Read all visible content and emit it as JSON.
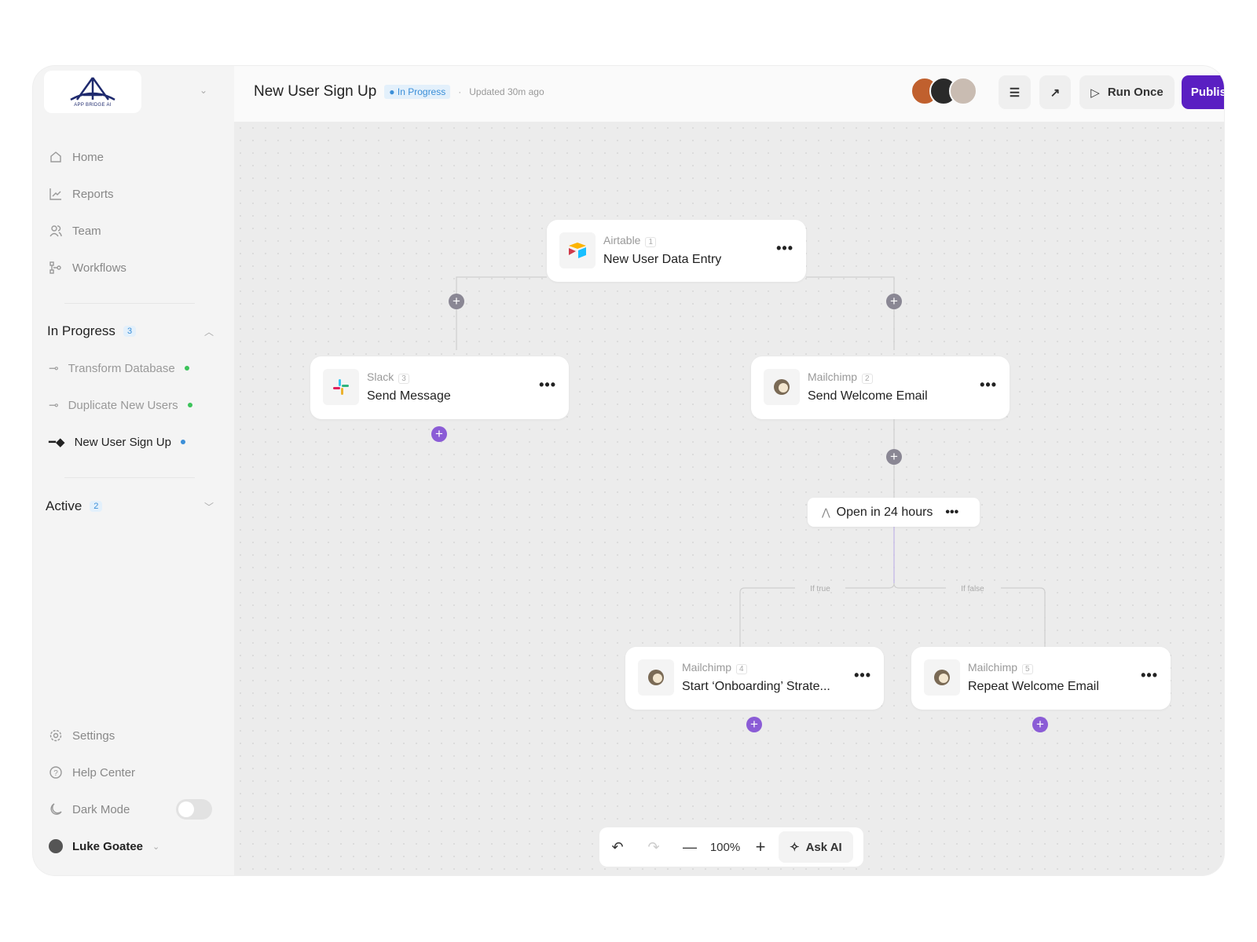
{
  "brand": {
    "name": "APP BRIDGE AI"
  },
  "header": {
    "title": "New User Sign Up",
    "status": "In Progress",
    "updated": "Updated 30m ago",
    "run_once": "Run Once",
    "publish": "Publish"
  },
  "sidebar": {
    "nav": [
      {
        "label": "Home",
        "icon": "home-icon"
      },
      {
        "label": "Reports",
        "icon": "chart-icon"
      },
      {
        "label": "Team",
        "icon": "users-icon"
      },
      {
        "label": "Workflows",
        "icon": "workflow-icon"
      }
    ],
    "in_progress": {
      "label": "In Progress",
      "count": "3",
      "items": [
        {
          "label": "Transform Database",
          "dot": "#3cc35a"
        },
        {
          "label": "Duplicate New Users",
          "dot": "#3cc35a"
        },
        {
          "label": "New User Sign Up",
          "dot": "#3b8fd8"
        }
      ]
    },
    "active": {
      "label": "Active",
      "count": "2"
    },
    "settings": "Settings",
    "help": "Help Center",
    "dark_mode": "Dark Mode",
    "dark_mode_on": false,
    "user": "Luke Goatee"
  },
  "nodes": [
    {
      "app": "Airtable",
      "step": "1",
      "title": "New User Data Entry"
    },
    {
      "app": "Slack",
      "step": "3",
      "title": "Send Message"
    },
    {
      "app": "Mailchimp",
      "step": "2",
      "title": "Send Welcome Email"
    },
    {
      "app": "Mailchimp",
      "step": "4",
      "title": "Start ‘Onboarding’ Strate..."
    },
    {
      "app": "Mailchimp",
      "step": "5",
      "title": "Repeat Welcome Email"
    }
  ],
  "condition": {
    "label": "Open in 24 hours",
    "if_true": "If true",
    "if_false": "If false"
  },
  "toolbar": {
    "zoom": "100%",
    "ask_ai": "Ask AI"
  },
  "colors": {
    "accent": "#5a1fc2",
    "plus_purple": "#8b5cd6",
    "plus_gray": "#8a8794"
  }
}
